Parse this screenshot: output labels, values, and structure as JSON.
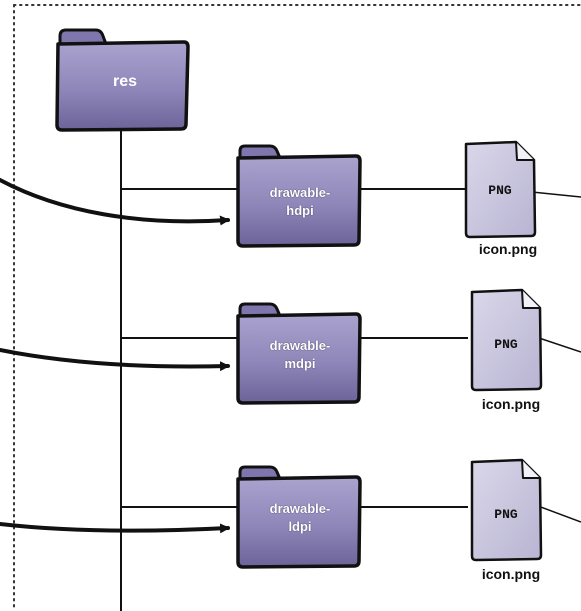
{
  "root_folder": {
    "label": "res",
    "icon": "folder-icon"
  },
  "folders": [
    {
      "line1": "drawable-",
      "line2": "hdpi",
      "file_badge": "PNG",
      "file_name": "icon.png"
    },
    {
      "line1": "drawable-",
      "line2": "mdpi",
      "file_badge": "PNG",
      "file_name": "icon.png"
    },
    {
      "line1": "drawable-",
      "line2": "ldpi",
      "file_badge": "PNG",
      "file_name": "icon.png"
    }
  ],
  "colors": {
    "folder_fill": "#8e86b8",
    "folder_dark": "#5e5690",
    "file_fill": "#c9c6dd",
    "outline": "#111111",
    "dotted_border": "#333333"
  }
}
